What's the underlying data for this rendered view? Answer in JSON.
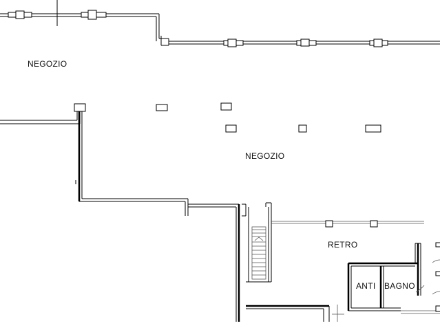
{
  "rooms": [
    {
      "id": "negozio_top",
      "label": "NEGOZIO"
    },
    {
      "id": "negozio_main",
      "label": "NEGOZIO"
    },
    {
      "id": "retro",
      "label": "RETRO"
    },
    {
      "id": "anti",
      "label": "ANTI"
    },
    {
      "id": "bagno",
      "label": "BAGNO"
    }
  ]
}
